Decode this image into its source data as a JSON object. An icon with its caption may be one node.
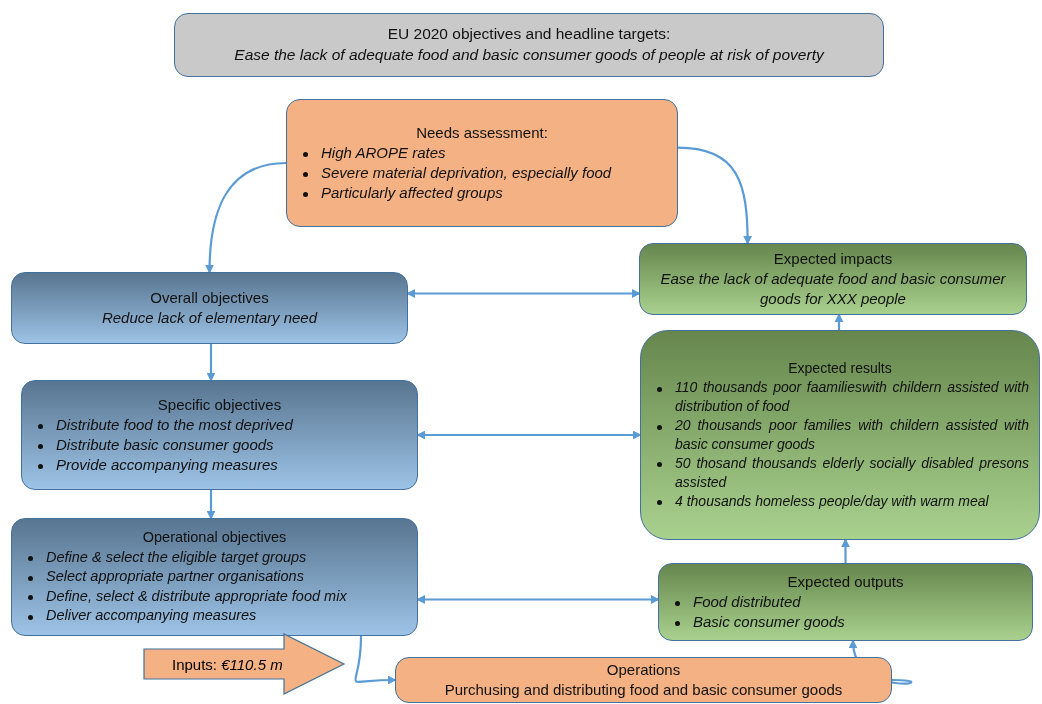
{
  "diagram": {
    "nodes": [
      {
        "text": [
          "EU 2020 objectives and headline targets:",
          "Ease the lack of adequate food and basic consumer goods of people at risk of poverty"
        ]
      },
      {
        "text": [
          "Needs assessment:",
          "High AROPE rates",
          "Severe material deprivation, especially food",
          "Particularly affected groups"
        ]
      },
      {
        "text": [
          "Overall objectives",
          "Reduce lack of elementary need"
        ]
      },
      {
        "text": [
          "Specific objectives",
          "Distribute food to the most deprived",
          "Distribute basic consumer goods",
          "Provide accompanying measures"
        ]
      },
      {
        "text": [
          "Operational objectives",
          "Define & select the eligible target groups",
          "Select appropriate partner organisations",
          "Define, select & distribute appropriate food mix",
          "Deliver accompanying measures"
        ]
      },
      {
        "text": [
          "Expected impacts",
          "Ease the lack of adequate food and basic consumer goods  for  XXX people"
        ]
      },
      {
        "text": [
          "Expected results",
          "110  thousands poor faamilieswith childern assisted with distribution of food",
          "20 thousands poor families with childern assisted with basic consumer goods",
          "50 thosand thousands elderly socially disabled presons assisted",
          "4 thousands homeless people/day with warm meal"
        ]
      },
      {
        "text": [
          "Expected outputs",
          "Food distributed",
          "Basic consumer goods"
        ]
      },
      {
        "text": [
          "Inputs: *€110.5 m*"
        ]
      },
      {
        "text": [
          "Operations",
          "Purchusing and distributing food and basic consumer goods"
        ]
      }
    ],
    "edges": [
      {
        "from": 1,
        "to": 2,
        "arrow": "to"
      },
      {
        "from": 1,
        "to": 5,
        "arrow": "to"
      },
      {
        "from": 2,
        "to": 3,
        "arrow": "to"
      },
      {
        "from": 3,
        "to": 4,
        "arrow": "to"
      },
      {
        "from": 2,
        "to": 5,
        "arrow": "both"
      },
      {
        "from": 3,
        "to": 6,
        "arrow": "both"
      },
      {
        "from": 4,
        "to": 7,
        "arrow": "both"
      },
      {
        "from": 6,
        "to": 5,
        "arrow": "to"
      },
      {
        "from": 7,
        "to": 6,
        "arrow": "to"
      },
      {
        "from": 4,
        "to": 9,
        "arrow": "to"
      },
      {
        "from": 9,
        "to": 7,
        "arrow": "to"
      }
    ]
  }
}
